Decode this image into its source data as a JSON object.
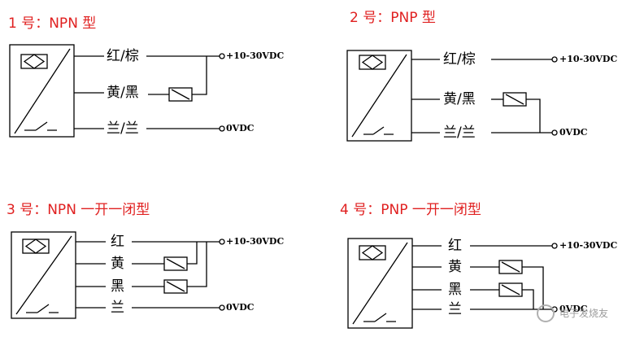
{
  "diagrams": [
    {
      "title": "1 号：NPN 型",
      "wires": [
        "红/棕",
        "黄/黑",
        "兰/兰"
      ],
      "terminals": [
        "+10-30VDC",
        "0VDC"
      ]
    },
    {
      "title": "2 号：PNP 型",
      "wires": [
        "红/棕",
        "黄/黑",
        "兰/兰"
      ],
      "terminals": [
        "+10-30VDC",
        "0VDC"
      ]
    },
    {
      "title": "3 号：NPN 一开一闭型",
      "wires": [
        "红",
        "黄",
        "黑",
        "兰"
      ],
      "terminals": [
        "+10-30VDC",
        "0VDC"
      ]
    },
    {
      "title": "4 号：PNP 一开一闭型",
      "wires": [
        "红",
        "黄",
        "黑",
        "兰"
      ],
      "terminals": [
        "+10-30VDC",
        "0VDC"
      ]
    }
  ],
  "watermark": "电子发烧友"
}
